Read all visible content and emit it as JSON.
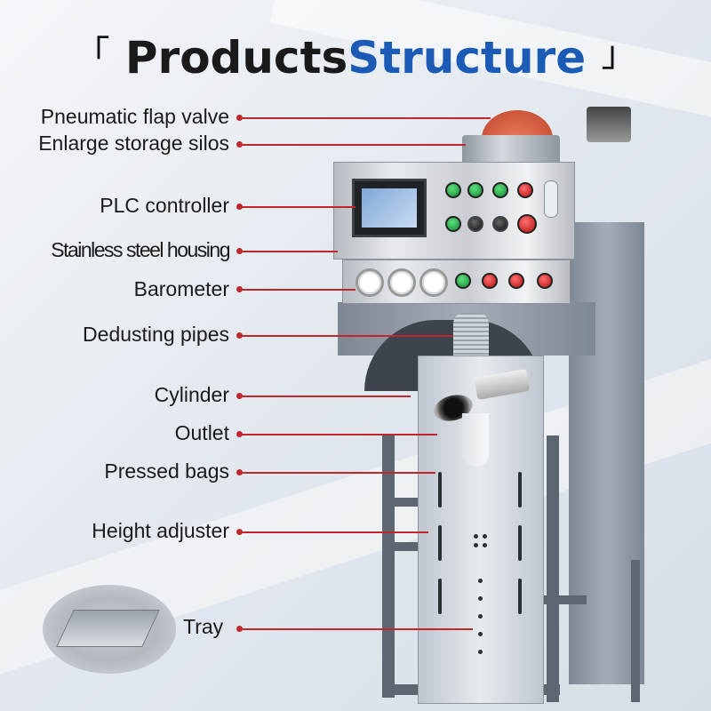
{
  "title": {
    "open_bracket": "「",
    "part1": "Products",
    "part2": "Structure",
    "close_bracket": "」"
  },
  "labels": [
    {
      "id": "pneumatic-flap-valve",
      "text": "Pneumatic flap valve"
    },
    {
      "id": "enlarge-storage-silos",
      "text": "Enlarge storage silos"
    },
    {
      "id": "plc-controller",
      "text": "PLC controller"
    },
    {
      "id": "stainless-steel-housing",
      "text": "Stainless steel housing"
    },
    {
      "id": "barometer",
      "text": "Barometer"
    },
    {
      "id": "dedusting-pipes",
      "text": "Dedusting pipes"
    },
    {
      "id": "cylinder",
      "text": "Cylinder"
    },
    {
      "id": "outlet",
      "text": "Outlet"
    },
    {
      "id": "pressed-bags",
      "text": "Pressed bags"
    },
    {
      "id": "height-adjuster",
      "text": "Height adjuster"
    },
    {
      "id": "tray",
      "text": "Tray"
    }
  ],
  "colors": {
    "accent_red": "#c0272d",
    "title_blue": "#1b5bb5",
    "title_black": "#1a1a1a"
  }
}
